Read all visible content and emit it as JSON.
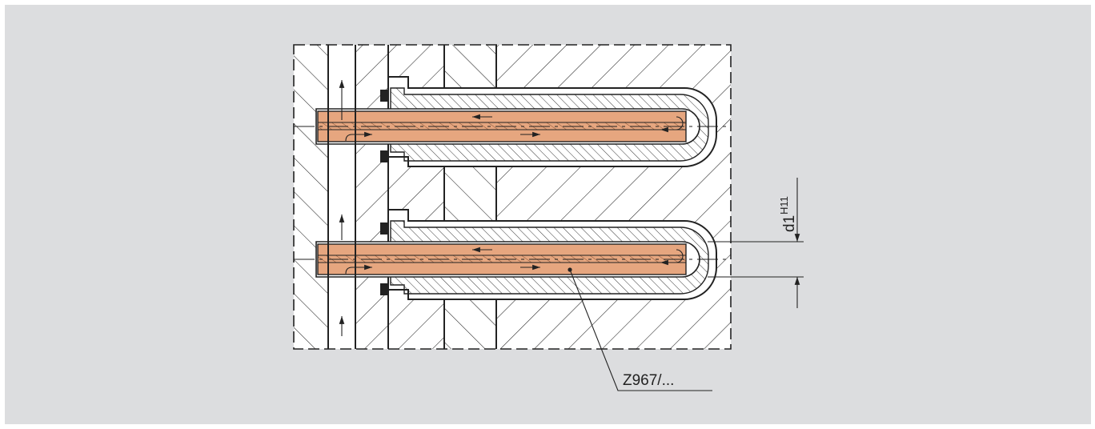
{
  "drawing": {
    "callout_label": "Z967/...",
    "dimension_symbol": "d1",
    "dimension_tolerance": "H11"
  },
  "colors": {
    "background": "#dcdddf",
    "section_fill": "#ffffff",
    "copper_tube": "#e6a67f",
    "line": "#222222"
  }
}
